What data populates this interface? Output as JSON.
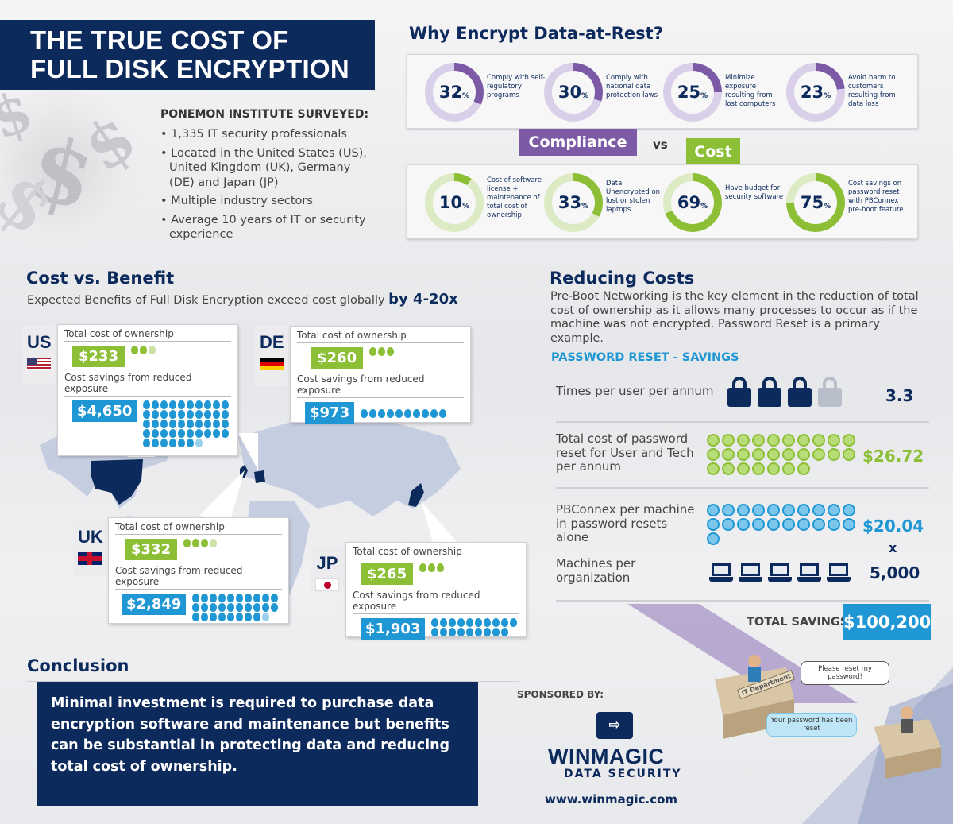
{
  "title": {
    "line1": "THE TRUE COST OF",
    "line2": "FULL DISK ENCRYPTION"
  },
  "survey": {
    "heading": "PONEMON INSTITUTE SURVEYED:",
    "items": [
      "1,335  IT security professionals",
      "Located in the United States (US), United Kingdom (UK), Germany (DE) and Japan (JP)",
      "Multiple industry sectors",
      "Average 10 years of IT or security experience"
    ]
  },
  "why": {
    "heading": "Why Encrypt Data-at-Rest?",
    "compliance": [
      {
        "pct": "32",
        "value": 32,
        "label": "Comply with self-regulatory programs"
      },
      {
        "pct": "30",
        "value": 30,
        "label": "Comply with national data protection laws"
      },
      {
        "pct": "25",
        "value": 25,
        "label": "Minimize exposure resulting from lost computers"
      },
      {
        "pct": "23",
        "value": 23,
        "label": "Avoid harm to customers resulting from data loss"
      }
    ],
    "cost": [
      {
        "pct": "10",
        "value": 10,
        "label": "Cost of software license + maintenance of total cost of ownership"
      },
      {
        "pct": "33",
        "value": 33,
        "label": "Data Unencrypted on lost or stolen laptops"
      },
      {
        "pct": "69",
        "value": 69,
        "label": "Have budget for security software"
      },
      {
        "pct": "75",
        "value": 75,
        "label": "Cost savings on password reset with PBConnex pre-boot feature"
      }
    ],
    "pct_sign": "%",
    "compliance_tag": "Compliance",
    "vs": "vs",
    "cost_tag": "Cost",
    "colors": {
      "compliance": "#7d5aa6",
      "cost": "#8cbf35"
    }
  },
  "cvb": {
    "heading": "Cost vs. Benefit",
    "subtitle": "Expected Benefits of Full Disk Encryption exceed cost globally",
    "subtitle_bold": "by 4-20x",
    "tco_label": "Total cost of ownership",
    "savings_label": "Cost savings from reduced exposure",
    "countries": {
      "us": {
        "code": "US",
        "tco": "$233",
        "tco_bags": 2.5,
        "savings": "$4,650",
        "savings_bags": 46.5
      },
      "de": {
        "code": "DE",
        "tco": "$260",
        "tco_bags": 3,
        "savings": "$973",
        "savings_bags": 10
      },
      "uk": {
        "code": "UK",
        "tco": "$332",
        "tco_bags": 3.5,
        "savings": "$2,849",
        "savings_bags": 28.5
      },
      "jp": {
        "code": "JP",
        "tco": "$265",
        "tco_bags": 3,
        "savings": "$1,903",
        "savings_bags": 19
      }
    }
  },
  "reducing": {
    "heading": "Reducing Costs",
    "text": "Pre-Boot Networking is the key element in the reduction of total cost of ownership as it allows many processes to occur as if the machine was not encrypted. Password Reset is a primary example.",
    "pr_heading": "PASSWORD RESET - SAVINGS",
    "rows": {
      "times": {
        "label": "Times per user per annum",
        "value": "3.3",
        "icons": 3.3
      },
      "total": {
        "label": "Total cost of password reset for User and Tech per annum",
        "value": "$26.72",
        "icons": 27
      },
      "pbconnex": {
        "label": "PBConnex per machine in password resets alone",
        "value": "$20.04",
        "icons": 21
      },
      "machines": {
        "label": "Machines per organization",
        "value": "5,000",
        "icons": 5
      }
    },
    "times_sign": "x",
    "total_label": "TOTAL SAVINGS",
    "total_value": "$100,200"
  },
  "conclusion": {
    "heading": "Conclusion",
    "text": "Minimal investment is required to purchase data encryption software and maintenance but benefits can be substantial in protecting data and reducing total cost of ownership."
  },
  "sponsor": {
    "label": "SPONSORED BY:",
    "name": "WINMAGIC",
    "sub": "DATA SECURITY",
    "url": "www.winmagic.com"
  },
  "illustration": {
    "sign": "IT Department",
    "bubble_user": "Please reset my password!",
    "bubble_it": "Your password has been reset"
  }
}
